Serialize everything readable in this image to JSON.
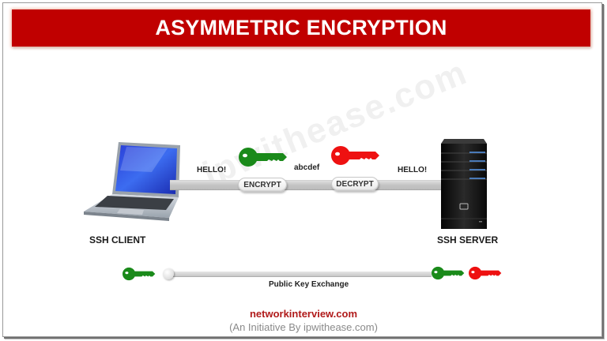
{
  "header": {
    "title": "ASYMMETRIC ENCRYPTION"
  },
  "watermark": "ipwithease.com",
  "diagram": {
    "client": {
      "label": "SSH CLIENT",
      "icon": "laptop-icon"
    },
    "server": {
      "label": "SSH SERVER",
      "icon": "server-icon"
    },
    "flow": {
      "plaintext_left": "HELLO!",
      "ciphertext": "abcdef",
      "plaintext_right": "HELLO!",
      "encrypt_label": "ENCRYPT",
      "decrypt_label": "DECRYPT",
      "encrypt_key": {
        "icon": "key-icon",
        "color": "#1a8a1a",
        "meaning": "public key"
      },
      "decrypt_key": {
        "icon": "key-icon",
        "color": "#ee1111",
        "meaning": "private key"
      }
    },
    "exchange": {
      "label": "Public Key Exchange",
      "client_key_color": "#1a8a1a",
      "server_keys": [
        "#1a8a1a",
        "#ee1111"
      ]
    }
  },
  "footer": {
    "site": "networkinterview.com",
    "tagline": "(An Initiative By ipwithease.com)"
  },
  "colors": {
    "banner": "#c00000",
    "public_key": "#1a8a1a",
    "private_key": "#ee1111",
    "footer_site": "#b01a1a"
  }
}
